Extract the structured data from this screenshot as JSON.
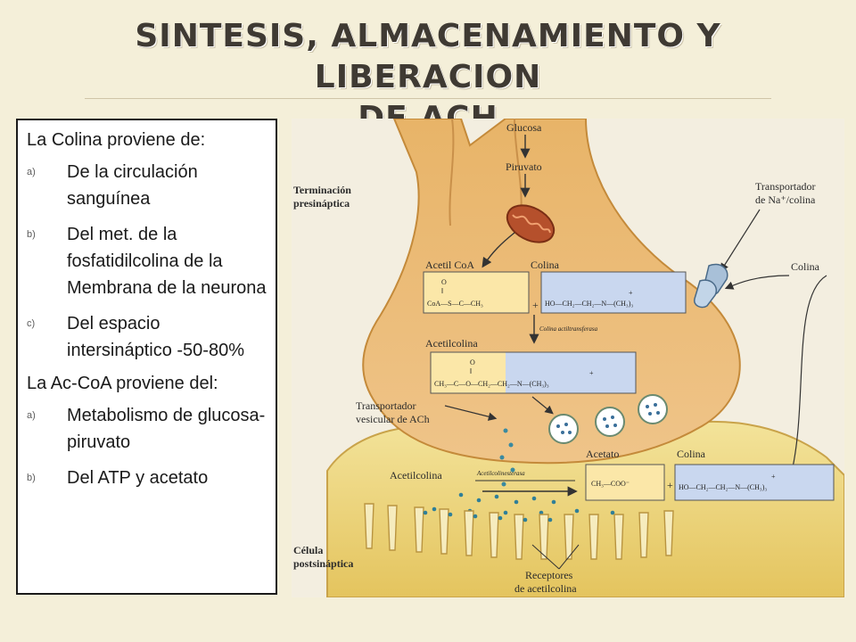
{
  "title": {
    "line1": "SINTESIS, ALMACENAMIENTO  Y LIBERACION",
    "line2": "DE ACH"
  },
  "text_box": {
    "intro_prefix": "La ",
    "intro_term": "Colina",
    "intro_suffix": " proviene de:",
    "list1": [
      {
        "marker": "a)",
        "text": "De la circulación sanguínea"
      },
      {
        "marker": "b)",
        "text": "Del met. de la fosfatidilcolina de la Membrana de la neurona"
      },
      {
        "marker": "c)",
        "text": "Del espacio intersináptico -50-80%"
      }
    ],
    "second_prefix": "La ",
    "second_term": "Ac-CoA",
    "second_suffix": " proviene del:",
    "list2": [
      {
        "marker": "a)",
        "text": "Metabolismo de glucosa-piruvato"
      },
      {
        "marker": "b)",
        "text": "Del ATP y acetato"
      }
    ]
  },
  "diagram": {
    "glucosa": "Glucosa",
    "piruvato": "Piruvato",
    "terminacion_1": "Terminación",
    "terminacion_2": "presináptica",
    "transportador_na_1": "Transportador",
    "transportador_na_2": "de Na⁺/colina",
    "colina_outside": "Colina",
    "acetil_coa": "Acetil CoA",
    "colina_box": "Colina",
    "formula_coa": "CoA—S—C—CH₃",
    "formula_colina": "HO—CH₂—CH₂—N—(CH₃)₃",
    "enzyme_cat": "Colina actiltransferasa",
    "acetilcolina_top": "Acetilcolina",
    "formula_ach": "CH₃—C—O—CH₂—CH₂—N—(CH₃)₃",
    "transportador_ves_1": "Transportador",
    "transportador_ves_2": "vesicular de ACh",
    "acetilcolina_cleft": "Acetilcolina",
    "acetilcolinesterasa": "Acetilcolinesterasa",
    "acetato": "Acetato",
    "colina_right": "Colina",
    "formula_acetato": "CH₃—COO⁻",
    "formula_colina2": "HO—CH₂—CH₂—N—(CH₃)₃",
    "celula_1": "Célula",
    "celula_2": "postsináptica",
    "receptores_1": "Receptores",
    "receptores_2": "de acetilcolina"
  }
}
